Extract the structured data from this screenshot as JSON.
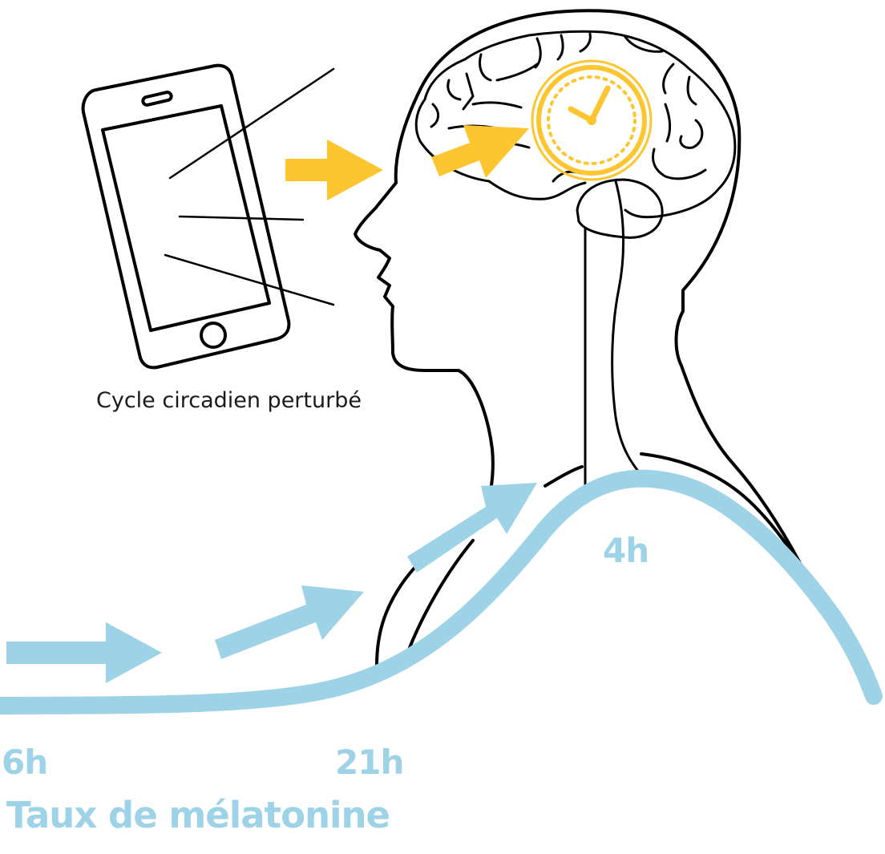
{
  "colors": {
    "line_art": "#000000",
    "accent_yellow": "#FDC52F",
    "melatonin_blue": "#9ED2E6"
  },
  "icons": {
    "phone": "smartphone-icon",
    "clock": "clock-icon",
    "head": "head-profile-icon",
    "brain": "brain-icon"
  },
  "caption": "Cycle circadien perturbé",
  "melatonin": {
    "title": "Taux de mélatonine",
    "time_labels": {
      "start": "6h",
      "evening": "21h",
      "peak": "4h"
    }
  }
}
